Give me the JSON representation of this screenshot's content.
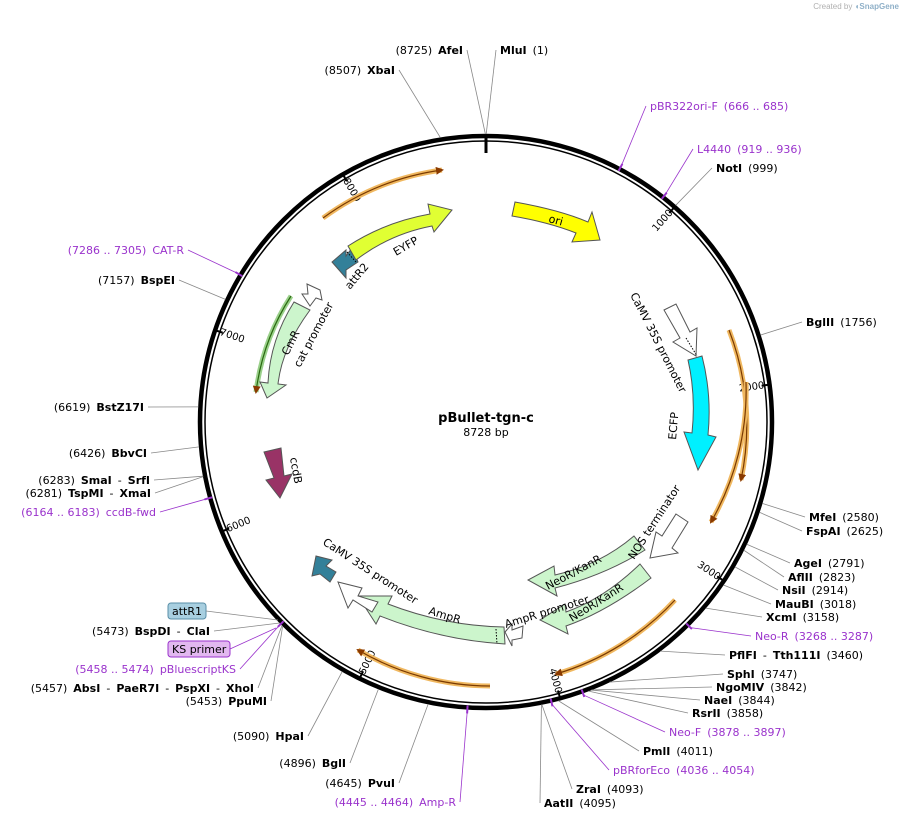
{
  "credit": {
    "prefix": "Created by",
    "brand": "SnapGene"
  },
  "plasmid": {
    "name": "pBullet-tgn-c",
    "size_label": "8728 bp",
    "length": 8728
  },
  "ticks": [
    {
      "pos": 1000,
      "label": "1000"
    },
    {
      "pos": 2000,
      "label": "2000"
    },
    {
      "pos": 3000,
      "label": "3000"
    },
    {
      "pos": 4000,
      "label": "4000"
    },
    {
      "pos": 5000,
      "label": "5000"
    },
    {
      "pos": 6000,
      "label": "6000"
    },
    {
      "pos": 7000,
      "label": "7000"
    },
    {
      "pos": 8000,
      "label": "8000"
    }
  ],
  "site_labels": [
    {
      "id": "afei",
      "pos": 8725,
      "parts": [
        {
          "t": "(8725)"
        },
        {
          "t": "AfeI",
          "b": true
        }
      ]
    },
    {
      "id": "mlui",
      "pos": 1,
      "parts": [
        {
          "t": "MluI",
          "b": true
        },
        {
          "t": "(1)"
        }
      ]
    },
    {
      "id": "xbai",
      "pos": 8507,
      "parts": [
        {
          "t": "(8507)"
        },
        {
          "t": "XbaI",
          "b": true
        }
      ]
    },
    {
      "id": "noti",
      "pos": 999,
      "parts": [
        {
          "t": "NotI",
          "b": true
        },
        {
          "t": "(999)"
        }
      ]
    },
    {
      "id": "bglii",
      "pos": 1756,
      "parts": [
        {
          "t": "BglII",
          "b": true
        },
        {
          "t": "(1756)"
        }
      ]
    },
    {
      "id": "mfei",
      "pos": 2580,
      "parts": [
        {
          "t": "MfeI",
          "b": true
        },
        {
          "t": "(2580)"
        }
      ]
    },
    {
      "id": "fspai",
      "pos": 2625,
      "parts": [
        {
          "t": "FspAI",
          "b": true
        },
        {
          "t": "(2625)"
        }
      ]
    },
    {
      "id": "agei",
      "pos": 2791,
      "parts": [
        {
          "t": "AgeI",
          "b": true
        },
        {
          "t": "(2791)"
        }
      ]
    },
    {
      "id": "aflii",
      "pos": 2823,
      "parts": [
        {
          "t": "AflII",
          "b": true
        },
        {
          "t": "(2823)"
        }
      ]
    },
    {
      "id": "nsii",
      "pos": 2914,
      "parts": [
        {
          "t": "NsiI",
          "b": true
        },
        {
          "t": "(2914)"
        }
      ]
    },
    {
      "id": "maubi",
      "pos": 3018,
      "parts": [
        {
          "t": "MauBI",
          "b": true
        },
        {
          "t": "(3018)"
        }
      ]
    },
    {
      "id": "xcmi",
      "pos": 3158,
      "parts": [
        {
          "t": "XcmI",
          "b": true
        },
        {
          "t": "(3158)"
        }
      ]
    },
    {
      "id": "pflfi",
      "pos": 3460,
      "parts": [
        {
          "t": "PflFI",
          "b": true
        },
        {
          "t": "-"
        },
        {
          "t": "Tth111I",
          "b": true
        },
        {
          "t": "(3460)"
        }
      ]
    },
    {
      "id": "sphi",
      "pos": 3747,
      "parts": [
        {
          "t": "SphI",
          "b": true
        },
        {
          "t": "(3747)"
        }
      ]
    },
    {
      "id": "ngomiv",
      "pos": 3842,
      "parts": [
        {
          "t": "NgoMIV",
          "b": true
        },
        {
          "t": "(3842)"
        }
      ]
    },
    {
      "id": "naei",
      "pos": 3844,
      "parts": [
        {
          "t": "NaeI",
          "b": true
        },
        {
          "t": "(3844)"
        }
      ]
    },
    {
      "id": "rsrii",
      "pos": 3858,
      "parts": [
        {
          "t": "RsrII",
          "b": true
        },
        {
          "t": "(3858)"
        }
      ]
    },
    {
      "id": "pmli",
      "pos": 4011,
      "parts": [
        {
          "t": "PmlI",
          "b": true
        },
        {
          "t": "(4011)"
        }
      ]
    },
    {
      "id": "zrai",
      "pos": 4093,
      "parts": [
        {
          "t": "ZraI",
          "b": true
        },
        {
          "t": "(4093)"
        }
      ]
    },
    {
      "id": "aatii",
      "pos": 4095,
      "parts": [
        {
          "t": "AatII",
          "b": true
        },
        {
          "t": "(4095)"
        }
      ]
    },
    {
      "id": "pvui",
      "pos": 4645,
      "parts": [
        {
          "t": "(4645)"
        },
        {
          "t": "PvuI",
          "b": true
        }
      ]
    },
    {
      "id": "bgli",
      "pos": 4896,
      "parts": [
        {
          "t": "(4896)"
        },
        {
          "t": "BglI",
          "b": true
        }
      ]
    },
    {
      "id": "hpai",
      "pos": 5090,
      "parts": [
        {
          "t": "(5090)"
        },
        {
          "t": "HpaI",
          "b": true
        }
      ]
    },
    {
      "id": "ppumi",
      "pos": 5453,
      "parts": [
        {
          "t": "(5453)"
        },
        {
          "t": "PpuMI",
          "b": true
        }
      ]
    },
    {
      "id": "absi",
      "pos": 5457,
      "parts": [
        {
          "t": "(5457)"
        },
        {
          "t": "AbsI",
          "b": true
        },
        {
          "t": "-"
        },
        {
          "t": "PaeR7I",
          "b": true
        },
        {
          "t": "-"
        },
        {
          "t": "PspXI",
          "b": true
        },
        {
          "t": "-"
        },
        {
          "t": "XhoI",
          "b": true
        }
      ]
    },
    {
      "id": "bspdi",
      "pos": 5473,
      "parts": [
        {
          "t": "(5473)"
        },
        {
          "t": "BspDI",
          "b": true
        },
        {
          "t": "-"
        },
        {
          "t": "ClaI",
          "b": true
        }
      ]
    },
    {
      "id": "tspmi",
      "pos": 6281,
      "parts": [
        {
          "t": "(6281)"
        },
        {
          "t": "TspMI",
          "b": true
        },
        {
          "t": "-"
        },
        {
          "t": "XmaI",
          "b": true
        }
      ]
    },
    {
      "id": "smai",
      "pos": 6283,
      "parts": [
        {
          "t": "(6283)"
        },
        {
          "t": "SmaI",
          "b": true
        },
        {
          "t": "-"
        },
        {
          "t": "SrfI",
          "b": true
        }
      ]
    },
    {
      "id": "bbvci",
      "pos": 6426,
      "parts": [
        {
          "t": "(6426)"
        },
        {
          "t": "BbvCI",
          "b": true
        }
      ]
    },
    {
      "id": "bstz17i",
      "pos": 6619,
      "parts": [
        {
          "t": "(6619)"
        },
        {
          "t": "BstZ17I",
          "b": true
        }
      ]
    },
    {
      "id": "bspei",
      "pos": 7157,
      "parts": [
        {
          "t": "(7157)"
        },
        {
          "t": "BspEI",
          "b": true
        }
      ]
    }
  ],
  "primer_labels": [
    {
      "id": "pbr322ori",
      "pos": 675,
      "parts": [
        {
          "t": "pBR322ori-F"
        },
        {
          "t": "(666 .. 685)"
        }
      ]
    },
    {
      "id": "l4440",
      "pos": 927,
      "parts": [
        {
          "t": "L4440"
        },
        {
          "t": "(919 .. 936)"
        }
      ]
    },
    {
      "id": "neor",
      "pos": 3277,
      "parts": [
        {
          "t": "Neo-R"
        },
        {
          "t": "(3268 .. 3287)"
        }
      ]
    },
    {
      "id": "neof",
      "pos": 3887,
      "parts": [
        {
          "t": "Neo-F"
        },
        {
          "t": "(3878 .. 3897)"
        }
      ]
    },
    {
      "id": "pbrforeco",
      "pos": 4045,
      "parts": [
        {
          "t": "pBRforEco"
        },
        {
          "t": "(4036 .. 4054)"
        }
      ]
    },
    {
      "id": "ampr",
      "pos": 4454,
      "parts": [
        {
          "t": "(4445 .. 4464)"
        },
        {
          "t": "Amp-R"
        }
      ]
    },
    {
      "id": "pbluescriptks",
      "pos": 5466,
      "parts": [
        {
          "t": "(5458 .. 5474)"
        },
        {
          "t": "pBluescriptKS"
        }
      ]
    },
    {
      "id": "ccdbfwd",
      "pos": 6173,
      "parts": [
        {
          "t": "(6164 .. 6183)"
        },
        {
          "t": "ccdB-fwd"
        }
      ]
    },
    {
      "id": "catr",
      "pos": 7295,
      "parts": [
        {
          "t": "(7286 .. 7305)"
        },
        {
          "t": "CAT-R"
        }
      ]
    }
  ],
  "boxed_labels": [
    {
      "id": "attr1",
      "text": "attR1",
      "fill": "#a8cfe0",
      "stroke": "#5a8fa8"
    },
    {
      "id": "ksprimer",
      "text": "KS primer",
      "fill": "#e2b8f0",
      "stroke": "#9a33cc"
    }
  ],
  "features": [
    {
      "id": "ori",
      "label": "ori",
      "color": "#ffff00"
    },
    {
      "id": "camv-top",
      "label": "CaMV 35S promoter",
      "color": "#ffffff"
    },
    {
      "id": "ecfp",
      "label": "ECFP",
      "color": "#00f0ff"
    },
    {
      "id": "nos",
      "label": "NOS terminator",
      "color": "#ffffff"
    },
    {
      "id": "neokan1",
      "label": "NeoR/KanR",
      "color": "#ccf5cc"
    },
    {
      "id": "neokan2",
      "label": "NeoR/KanR",
      "color": "#ccf5cc"
    },
    {
      "id": "amprprom",
      "label": "AmpR promoter",
      "color": "#ffffff"
    },
    {
      "id": "amprgene",
      "label": "AmpR",
      "color": "#ccf5cc"
    },
    {
      "id": "camv-bottom",
      "label": "CaMV 35S promoter",
      "color": "#ffffff"
    },
    {
      "id": "ccdb",
      "label": "ccdB",
      "color": "#993366"
    },
    {
      "id": "cmr",
      "label": "CmR",
      "color": "#ccf5cc"
    },
    {
      "id": "catprom",
      "label": "cat promoter",
      "color": "#ffffff"
    },
    {
      "id": "attr2",
      "label": "attR2",
      "color": "#338099"
    },
    {
      "id": "eyfp",
      "label": "EYFP",
      "color": "#e0ff33"
    }
  ],
  "colors": {
    "orf": "#e8a33c",
    "primer": "#9a33cc",
    "backbone": "#000000"
  }
}
